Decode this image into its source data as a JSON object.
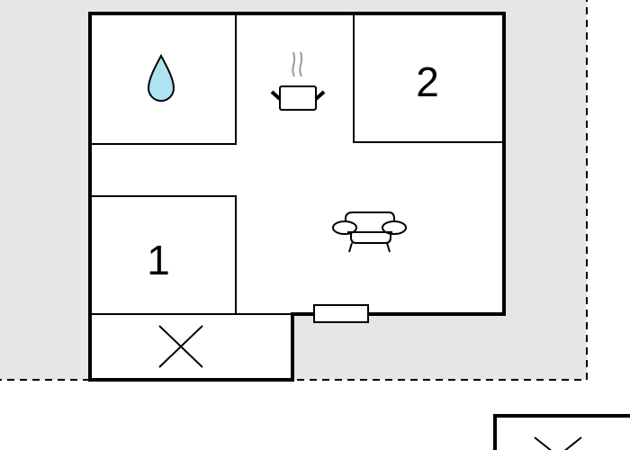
{
  "plan": {
    "rooms": [
      {
        "label": "1",
        "type": "bedroom"
      },
      {
        "label": "2",
        "type": "bedroom"
      }
    ],
    "icons": [
      "water-drop-icon",
      "cooking-pot-icon",
      "sofa-icon",
      "cross-mark-icon",
      "window-icon"
    ],
    "colors": {
      "terrace": "#e6e6e6",
      "wall": "#000000",
      "drop": "#aee4f2"
    }
  }
}
